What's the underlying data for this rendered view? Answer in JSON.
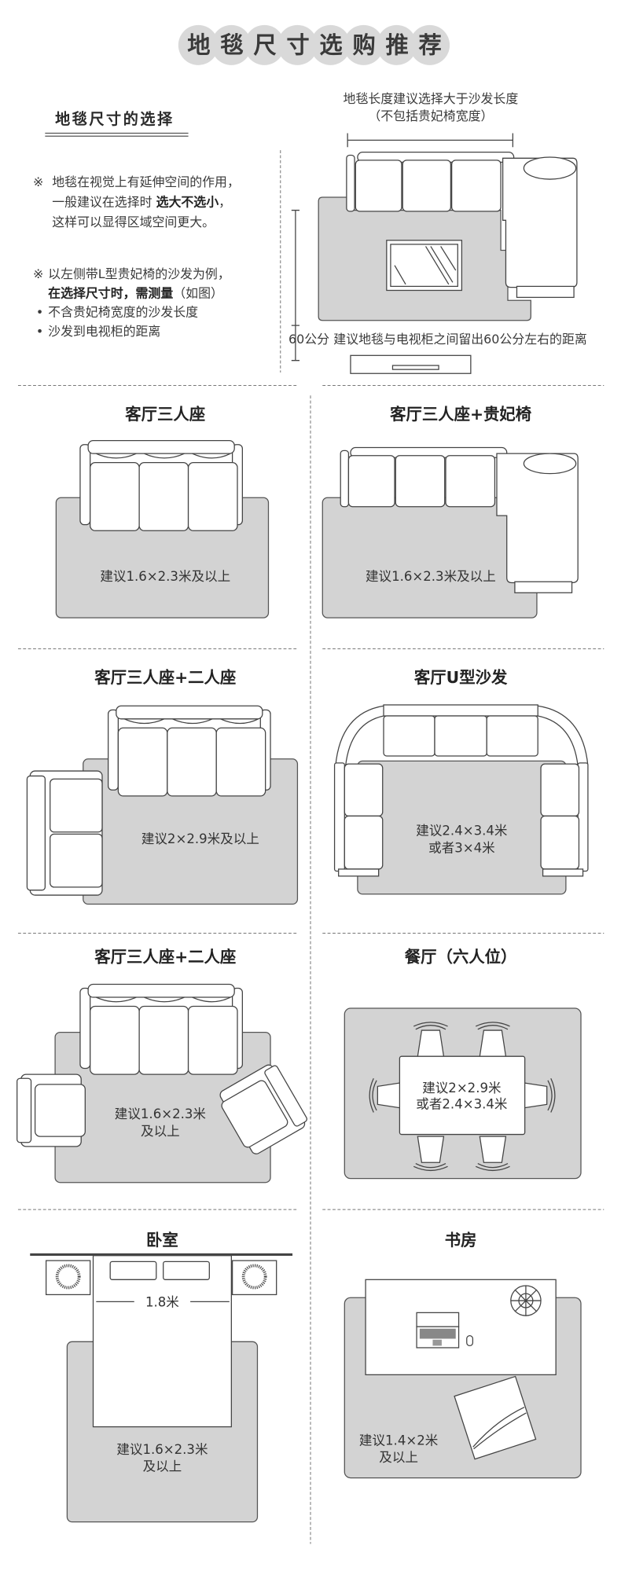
{
  "header": {
    "title": "地毯尺寸选购推荐"
  },
  "intro": {
    "heading": "地毯尺寸的选择",
    "marker": "※",
    "bullet": "•",
    "p1_line1": "地毯在视觉上有延伸空间的作用，",
    "p1_line2_a": "一般建议在选择时 ",
    "p1_line2_bold": "选大不选小",
    "p1_line2_b": "，",
    "p1_line3": "这样可以显得区域空间更大。",
    "p2_line1": "以左侧带L型贵妃椅的沙发为例，",
    "p2_line2_bold": "在选择尺寸时，需测量",
    "p2_line2_b": "（如图）",
    "item1": "不含贵妃椅宽度的沙发长度",
    "item2": "沙发到电视柜的距离"
  },
  "diagram": {
    "caption_line1": "地毯长度建议选择大于沙发长度",
    "caption_line2": "（不包括贵妃椅宽度）",
    "distance_label": "60公分",
    "distance_note": "建议地毯与电视柜之间留出60公分左右的距离"
  },
  "sections": [
    {
      "title": "客厅三人座",
      "line1": "建议1.6×2.3米及以上"
    },
    {
      "title": "客厅三人座+贵妃椅",
      "line1": "建议1.6×2.3米及以上"
    },
    {
      "title": "客厅三人座+二人座",
      "line1": "建议2×2.9米及以上"
    },
    {
      "title": "客厅U型沙发",
      "line1": "建议2.4×3.4米",
      "line2": "或者3×4米"
    },
    {
      "title": "客厅三人座+二人座",
      "line1": "建议1.6×2.3米",
      "line2": "及以上"
    },
    {
      "title": "餐厅（六人位）",
      "line1": "建议2×2.9米",
      "line2": "或者2.4×3.4米"
    },
    {
      "title": "卧室",
      "bed_width": "1.8米",
      "line1": "建议1.6×2.3米",
      "line2": "及以上"
    },
    {
      "title": "书房",
      "line1": "建议1.4×2米",
      "line2": "及以上"
    }
  ],
  "colors": {
    "rug": "#d3d3d3",
    "title_circle": "#d9d9d9",
    "line": "#444444"
  }
}
